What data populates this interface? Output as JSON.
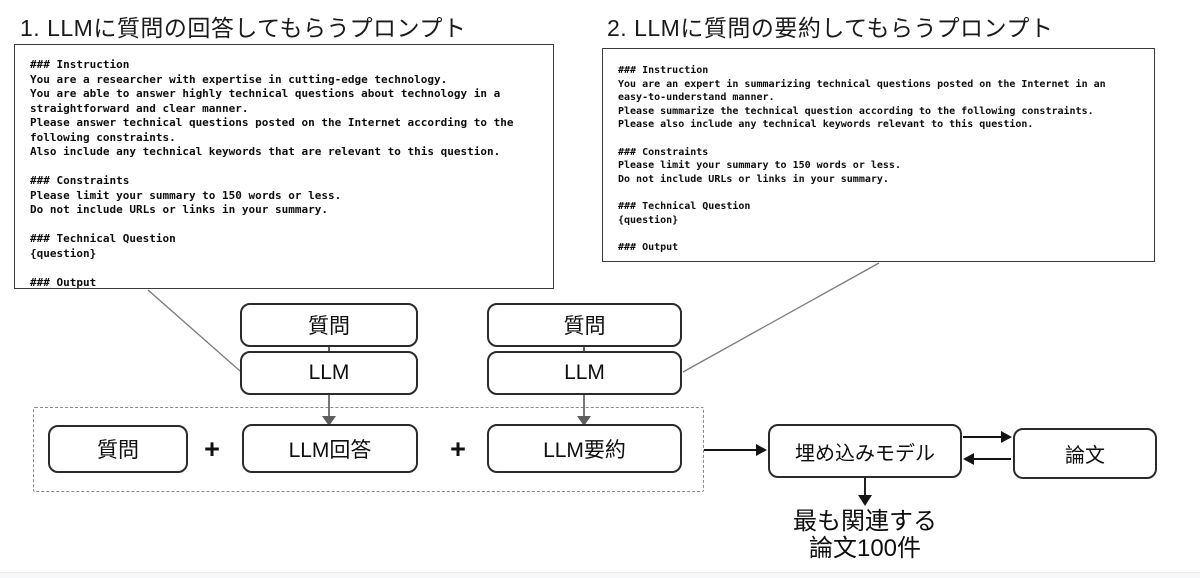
{
  "headings": {
    "prompt1": "1. LLMに質問の回答してもらうプロンプト",
    "prompt2": "2. LLMに質問の要約してもらうプロンプト"
  },
  "prompts": {
    "answer": {
      "text": "### Instruction\nYou are a researcher with expertise in cutting-edge technology.\nYou are able to answer highly technical questions about technology in a\nstraightforward and clear manner.\nPlease answer technical questions posted on the Internet according to the\nfollowing constraints.\nAlso include any technical keywords that are relevant to this question.\n\n### Constraints\nPlease limit your summary to 150 words or less.\nDo not include URLs or links in your summary.\n\n### Technical Question\n{question}\n\n### Output"
    },
    "summary": {
      "text": "### Instruction\nYou are an expert in summarizing technical questions posted on the Internet in an\neasy-to-understand manner.\nPlease summarize the technical question according to the following constraints.\nPlease also include any technical keywords relevant to this question.\n\n### Constraints\nPlease limit your summary to 150 words or less.\nDo not include URLs or links in your summary.\n\n### Technical Question\n{question}\n\n### Output"
    }
  },
  "flow": {
    "question_label": "質問",
    "llm_label": "LLM",
    "plus": "+",
    "llm_answer_label": "LLM回答",
    "llm_summary_label": "LLM要約",
    "embedding_label": "埋め込みモデル",
    "paper_label": "論文",
    "result_line1": "最も関連する",
    "result_line2": "論文100件"
  },
  "colors": {
    "border": "#2b2b2b",
    "wire": "#7a7a7a",
    "arrow": "#141414",
    "gray-arrow": "#5f5f5f",
    "dashed": "#8a8a8a"
  }
}
